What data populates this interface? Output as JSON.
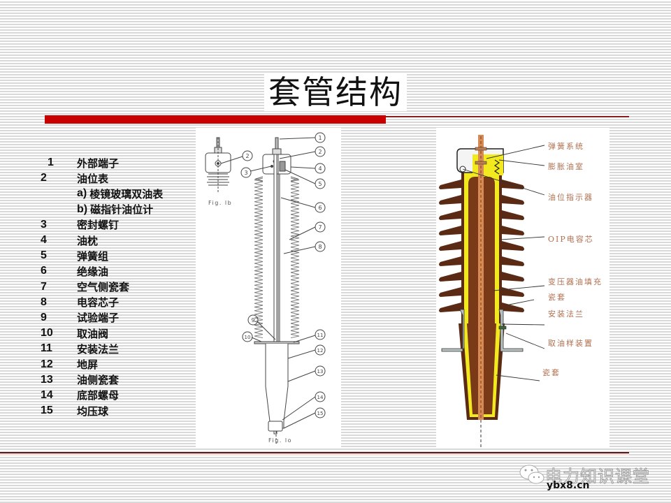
{
  "slide": {
    "title": "套管结构",
    "accent_color": "#c80000",
    "legend": [
      {
        "num": "1",
        "label": "外部端子"
      },
      {
        "num": "2",
        "label": "油位表"
      },
      {
        "num": "",
        "sub": "a)",
        "label": "棱镜玻璃双油表"
      },
      {
        "num": "",
        "sub": "b)",
        "label": "磁指针油位计"
      },
      {
        "num": "3",
        "label": "密封螺钉"
      },
      {
        "num": "4",
        "label": "油枕"
      },
      {
        "num": "5",
        "label": "弹簧组"
      },
      {
        "num": "6",
        "label": "绝缘油"
      },
      {
        "num": "7",
        "label": "空气侧瓷套"
      },
      {
        "num": "8",
        "label": "电容芯子"
      },
      {
        "num": "9",
        "label": "试验端子"
      },
      {
        "num": "10",
        "label": "取油阀"
      },
      {
        "num": "11",
        "label": "安装法兰"
      },
      {
        "num": "12",
        "label": "地屏"
      },
      {
        "num": "13",
        "label": "油侧瓷套"
      },
      {
        "num": "14",
        "label": "底部螺母"
      },
      {
        "num": "15",
        "label": "均压球"
      }
    ],
    "drawing": {
      "fig_b_caption": "Fig. lb",
      "fig_a_caption": "Fig. lo",
      "callouts": [
        "1",
        "2",
        "3",
        "4",
        "5",
        "6",
        "7",
        "8",
        "9",
        "10",
        "11",
        "12",
        "13",
        "14",
        "15"
      ],
      "fig_b_callout": "2"
    },
    "diagram_labels": [
      "弹簧系统",
      "膨胀油室",
      "油位指示器",
      "OIP电容芯",
      "变压器油填充",
      "瓷套",
      "安装法兰",
      "取油样装置",
      "瓷套"
    ],
    "colors": {
      "porcelain": "#5a2a14",
      "oil": "#f2ea1e",
      "core": "#7a3a18",
      "conductor": "#d88a55",
      "flange": "#b8c0c0"
    }
  },
  "watermark": {
    "text": "电力知识课堂",
    "url": "ybx8.cn"
  }
}
